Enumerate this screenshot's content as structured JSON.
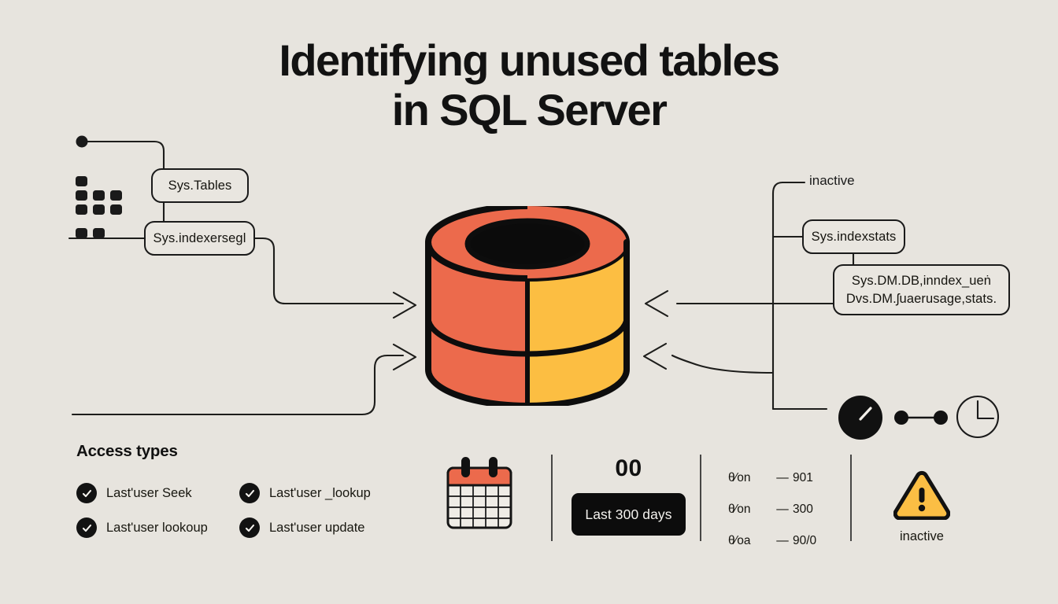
{
  "theme": {
    "background": "#e7e4de",
    "ink": "#1a1a1a",
    "accent_red": "#ec6a4c",
    "accent_amber": "#fcbe42",
    "warning_amber": "#fbbe44",
    "pill_black": "#0c0c0c"
  },
  "title": {
    "line1": "Identifying unused tables",
    "line2": "in SQL Server"
  },
  "nodes": {
    "sys_tables": "Sys.Tables",
    "sys_indexersegl": "Sys.indexersegl",
    "sys_indexstats": "Sys.indexstats",
    "dm_stats_line1": "Sys.DM.DB,inndex_ueṅ",
    "dm_stats_line2": "Dvs.DM.ʃuaerusage,stats."
  },
  "labels": {
    "inactive_top": "inactive"
  },
  "access_types": {
    "heading": "Access types",
    "items": [
      {
        "label": "Last'user Seek",
        "icon": "check-icon"
      },
      {
        "label": "Last'user _lookup",
        "icon": "check-icon"
      },
      {
        "label": "Last'user lookoup",
        "icon": "check-icon"
      },
      {
        "label": "Last'user update",
        "icon": "check-icon"
      }
    ]
  },
  "calendar": {
    "icon": "calendar-icon"
  },
  "counter": {
    "value": "00",
    "pill_label": "Last 300 days"
  },
  "metrics": [
    {
      "key": "θ⁄on",
      "dash": "—",
      "value": "901"
    },
    {
      "key": "θ⁄on",
      "dash": "—",
      "value": "300"
    },
    {
      "key": "θ⁄oa",
      "dash": "—",
      "value": "90/0"
    }
  ],
  "warning": {
    "icon": "warning-triangle-icon",
    "caption": "inactive"
  },
  "right_widgets": {
    "gauge": "gauge-dial-icon",
    "link_dots": "link-dots-icon",
    "clock": "clock-icon"
  },
  "cylinder": {
    "icon": "database-cylinder-icon"
  }
}
